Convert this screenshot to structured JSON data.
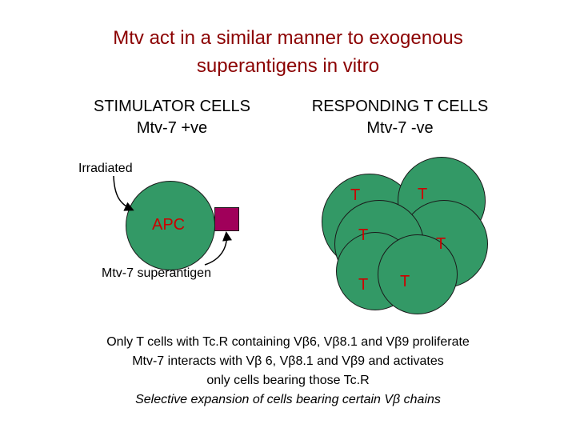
{
  "title": {
    "line1": "Mtv act in a similar manner to exogenous",
    "line2": "superantigens in vitro"
  },
  "stimulator": {
    "heading": "STIMULATOR CELLS",
    "subheading": "Mtv-7 +ve",
    "irradiated_label": "Irradiated",
    "apc_label": "APC",
    "superantigen_label": "Mtv-7 superantigen"
  },
  "responding": {
    "heading": "RESPONDING T CELLS",
    "subheading": "Mtv-7 -ve",
    "t_label": "T"
  },
  "caption": {
    "line1": "Only T cells with Tc.R containing Vβ6, Vβ8.1 and Vβ9 proliferate",
    "line2": "Mtv-7 interacts with Vβ 6, Vβ8.1 and Vβ9 and activates",
    "line3": "only cells bearing those Tc.R",
    "line4": "Selective expansion of cells bearing certain Vβ chains"
  },
  "colors": {
    "title": "#8b0000",
    "cell_fill": "#339966",
    "cell_label": "#cc0000",
    "superantigen": "#a0005a"
  }
}
